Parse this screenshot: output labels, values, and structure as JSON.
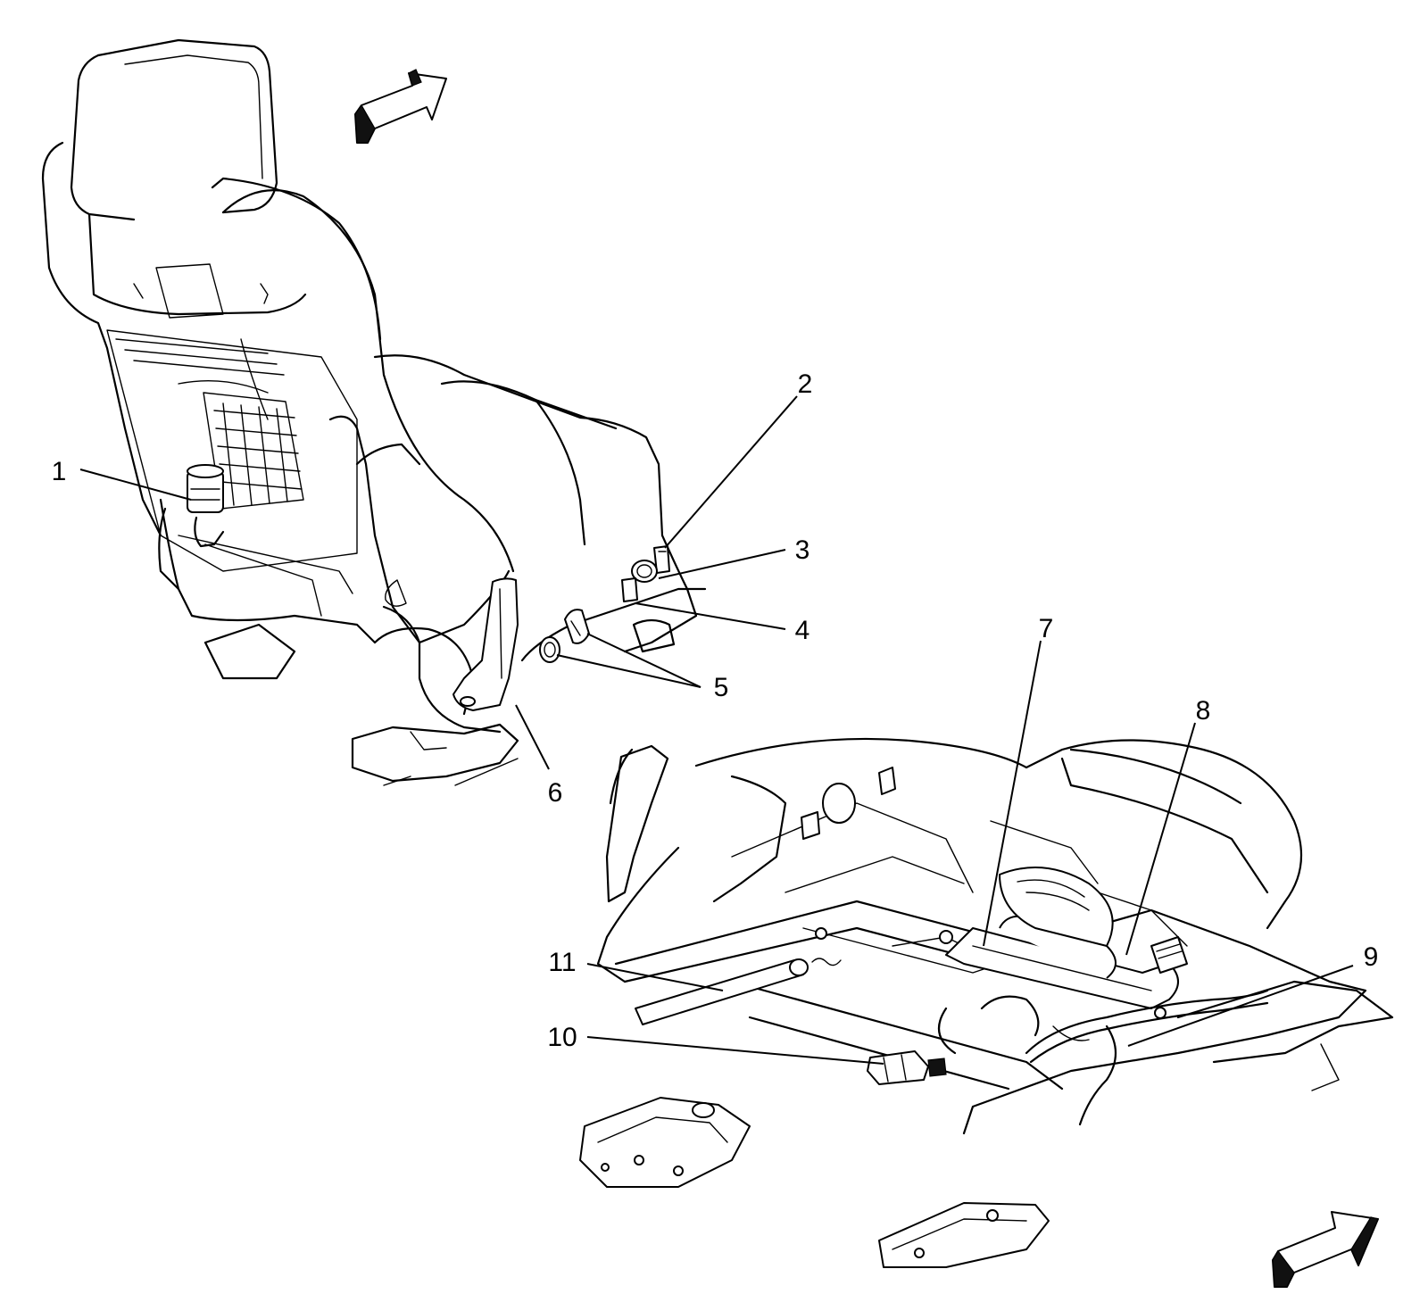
{
  "diagram": {
    "colors": {
      "line": "#000000",
      "background": "#ffffff"
    },
    "callouts": [
      {
        "id": "1",
        "label": "1"
      },
      {
        "id": "2",
        "label": "2"
      },
      {
        "id": "3",
        "label": "3"
      },
      {
        "id": "4",
        "label": "4"
      },
      {
        "id": "5",
        "label": "5"
      },
      {
        "id": "6",
        "label": "6"
      },
      {
        "id": "7",
        "label": "7"
      },
      {
        "id": "8",
        "label": "8"
      },
      {
        "id": "9",
        "label": "9"
      },
      {
        "id": "10",
        "label": "10"
      },
      {
        "id": "11",
        "label": "11"
      }
    ],
    "icons": [
      "vehicle-front-arrow-icon",
      "vehicle-front-arrow-icon"
    ]
  }
}
